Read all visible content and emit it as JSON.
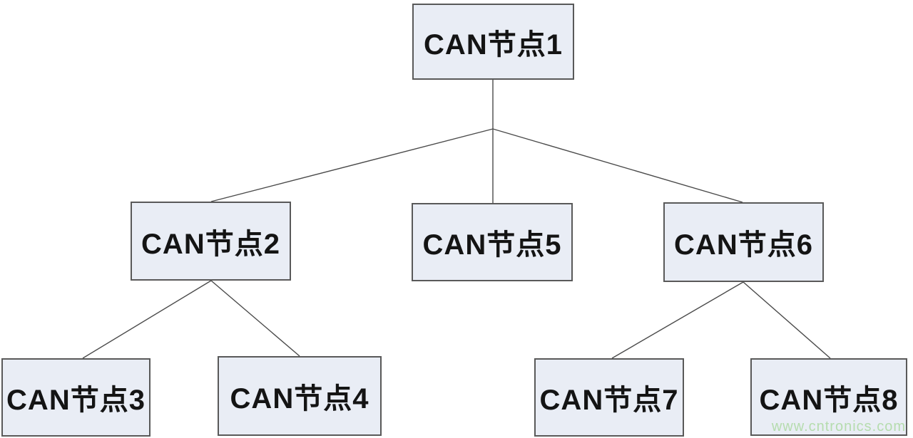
{
  "diagram": {
    "type": "tree",
    "nodes": [
      {
        "id": "node1",
        "label": "CAN节点1"
      },
      {
        "id": "node2",
        "label": "CAN节点2"
      },
      {
        "id": "node3",
        "label": "CAN节点3"
      },
      {
        "id": "node4",
        "label": "CAN节点4"
      },
      {
        "id": "node5",
        "label": "CAN节点5"
      },
      {
        "id": "node6",
        "label": "CAN节点6"
      },
      {
        "id": "node7",
        "label": "CAN节点7"
      },
      {
        "id": "node8",
        "label": "CAN节点8"
      }
    ],
    "edges": [
      {
        "from": "node1",
        "to": "node2"
      },
      {
        "from": "node1",
        "to": "node5"
      },
      {
        "from": "node1",
        "to": "node6"
      },
      {
        "from": "node2",
        "to": "node3"
      },
      {
        "from": "node2",
        "to": "node4"
      },
      {
        "from": "node6",
        "to": "node7"
      },
      {
        "from": "node6",
        "to": "node8"
      }
    ],
    "colors": {
      "background": "#ffffff",
      "node_fill": "#e9edf5",
      "node_border": "#595959",
      "edge": "#4a4a4a",
      "text": "#141414",
      "watermark": "#b5dcae"
    }
  },
  "watermark": {
    "text": "www.cntronics.com"
  }
}
